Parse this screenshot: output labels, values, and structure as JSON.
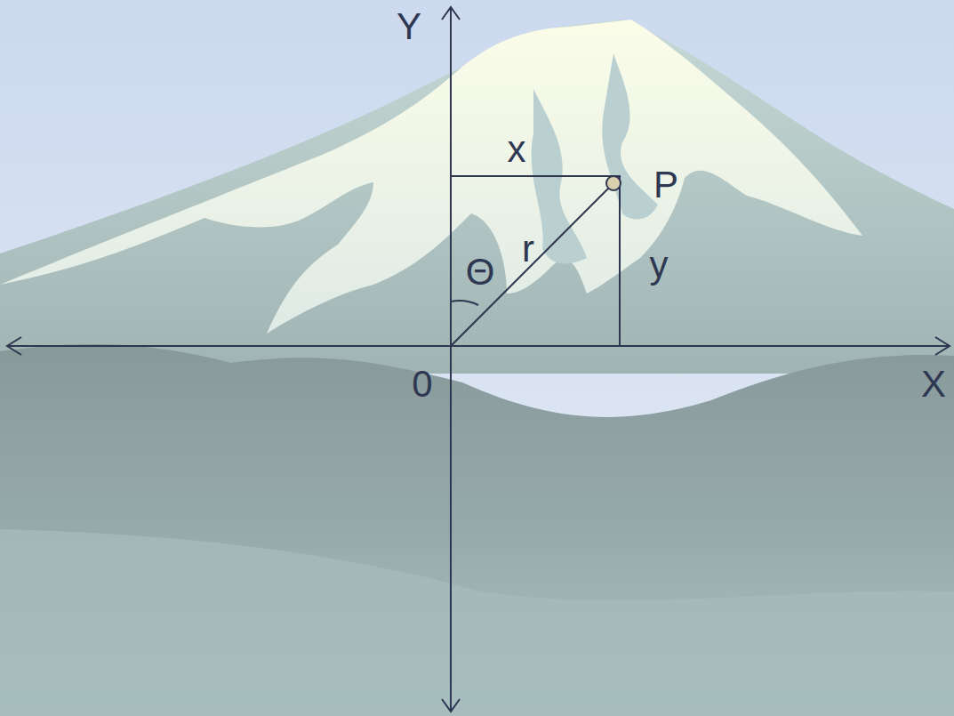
{
  "diagram": {
    "labels": [
      "Y",
      "x",
      "P",
      "r",
      "Θ",
      "y",
      "0",
      "X"
    ]
  }
}
